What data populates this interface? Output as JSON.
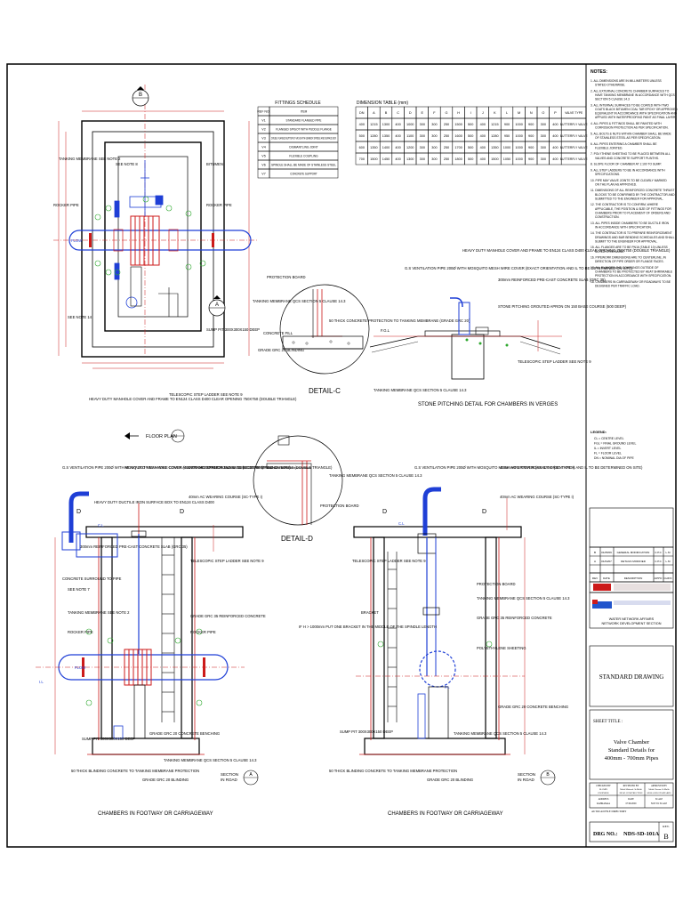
{
  "fittings_schedule": {
    "title": "FITTINGS SCHEDULE",
    "header": [
      "REF NO.",
      "ITEM"
    ],
    "rows": [
      [
        "V1",
        "STANDARD FLANGED PIPE"
      ],
      [
        "V2",
        "FLANGED SPIGOT WITH PUDDLE FLANGE"
      ],
      [
        "V3",
        "DOUBLE FLANGED BUTTERFLY VALVE WITH GEARBOX SPINDLE AND SURFACE BOX"
      ],
      [
        "V4",
        "DISMANTLING JOINT"
      ],
      [
        "V5",
        "FLEXIBLE COUPLING"
      ],
      [
        "V6",
        "SPINDLE SHALL BE MADE OF STAINLESS STEEL"
      ],
      [
        "V7",
        "CONCRETE SUPPORT"
      ]
    ]
  },
  "dimension_table": {
    "title": "DIMENSION TABLE (mm)",
    "header": [
      "DN",
      "A",
      "B",
      "C",
      "D",
      "E",
      "F",
      "G",
      "H",
      "I",
      "J",
      "K",
      "L",
      "M",
      "N",
      "O",
      "P",
      "VALVE TYPE"
    ],
    "rows": [
      [
        "400",
        "1215",
        "1300",
        "400",
        "1000",
        "300",
        "300",
        "250",
        "1500",
        "500",
        "400",
        "1215",
        "900",
        "1000",
        "900",
        "300",
        "400",
        "BUTTERFLY VALVE"
      ],
      [
        "500",
        "1280",
        "1350",
        "400",
        "1100",
        "300",
        "300",
        "250",
        "1600",
        "500",
        "400",
        "1280",
        "950",
        "1000",
        "900",
        "300",
        "400",
        "BUTTERFLY VALVE"
      ],
      [
        "600",
        "1350",
        "1400",
        "400",
        "1200",
        "300",
        "300",
        "250",
        "1700",
        "500",
        "400",
        "1350",
        "1000",
        "1000",
        "900",
        "300",
        "400",
        "BUTTERFLY VALVE"
      ],
      [
        "700",
        "1500",
        "1450",
        "400",
        "1300",
        "300",
        "300",
        "250",
        "1800",
        "500",
        "400",
        "1500",
        "1050",
        "1000",
        "900",
        "300",
        "400",
        "BUTTERFLY VALVE"
      ]
    ]
  },
  "notes": {
    "title": "NOTES:",
    "items": [
      "1. ALL DIMENSIONS ARE IN MILLIMETERS UNLESS STATED OTHERWISE.",
      "2. ALL EXTERNAL CONCRETE CHAMBER SURFACES TO HAVE TANKING MEMBRANE IN ACCORDANCE WITH QCS SECTION 5 CLAUSE 14.3",
      "3. ALL INTERNAL SURFACES TO BE COATED WITH TWO COATS BLACK BITUMEN COAL TAR EPOXY OR APPROVED EQUIVALENT IN ACCORDANCE WITH SPECIFICATION AND APPLIED WITH WATERPROOFING PAINT AS FINAL LAYER.",
      "4. ALL PIPES & FITTINGS SHALL BE PAINTED WITH CORROSION PROTECTION AS PER SPECIFICATION.",
      "5. ALL BOLTS & NUTS WITHIN CHAMBER SHALL BE MADE OF STAINLESS STEEL AS PER SPECIFICATION.",
      "6. ALL PIPES ENTERING A CHAMBER SHALL BE FLEXIBLE JOINTED.",
      "7. POLYTHENE SHEETING TO BE PLACED BETWEEN ALL VALVES AND CONCRETE SUPPORT PLINTHS.",
      "8. SLOPE FLOOR OF CHAMBER AT 1:100 TO SUMP.",
      "9. ALL STEP LADDERS TO BE IN ACCORDANCE WITH SPECIFICATIONS.",
      "10. PIPE MAY VALVE JOINTS TO BE CLEARLY MARKED ON THE PLAN AS APPROVED.",
      "11. DIMENSIONS OF ALL REINFORCED CONCRETE THRUST BLOCKS TO BE CONFIRMED BY THE CONTRACTOR AND SUBMITTED TO THE ENGINEER FOR APPROVAL.",
      "12. THE CONTRACTOR IS TO CONFIRM, WHERE APPLICABLE, THE POSITION & SIZE OF FITTINGS FOR CHAMBERS PRIOR TO PLACEMENT OF ORDERS AND CONSTRUCTION.",
      "13. ALL PIPES INSIDE CHAMBERS TO BE DUCTILE IRON IN ACCORDANCE WITH SPECIFICATION.",
      "14. THE CONTRACTOR IS TO PREPARE REINFORCEMENT DRAWINGS AND BAR BENDING SCHEDULES AND SHALL SUBMIT TO THE ENGINEER FOR APPROVAL.",
      "15. ALL FLANGES ARE TO BE PN16 (TABLE 10) UNLESS NOTED OTHERWISE.",
      "16. PIPEWORK DIMENSIONS ARE TO CENTERLINE, IN DIRECTION OF PIPE ORDER OR FLANGE FACES.",
      "17. ALL FLANGES AND COUPLINGS OUTSIDE OF CHAMBERS TO BE PROTECTED BY HEAT SHRINKABLE PROTECTION IN ACCORDANCE WITH SPECIFICATION.",
      "18. CHAMBERS IN CARRIAGEWAY OR ROADWAYS TO BE DESIGNED PER TRAFFIC LOAD."
    ],
    "legend_title": "LEGEND:",
    "legend": [
      "CL  = CENTRE LEVEL",
      "FGL = FINAL GROUND LEVEL",
      "IL  = INVERT LEVEL",
      "FL  = FLOOR LEVEL",
      "DN  = NOMINAL DIA OF PIPE"
    ]
  },
  "revisions": {
    "rows": [
      [
        "B",
        "01/05/09",
        "GENERAL MODIFICATION",
        "C.P.C",
        "L.M"
      ],
      [
        "A",
        "01/04/07",
        "DETAILS MODIFIED",
        "C.P.C",
        "L.M"
      ]
    ],
    "header": [
      "REV",
      "DATE",
      "DESCRIPTION",
      "APP'D",
      "CHK'D"
    ]
  },
  "title_block": {
    "authority": "WATER NETWORK AFFAIRS",
    "section": "NETWORK DEVELOPMENT SECTION",
    "drawing_type": "STANDARD DRAWING",
    "sheet_title_label": "SHEET TITLE :",
    "sheet_title_lines": [
      "Valve Chamber",
      "Standard Details for",
      "400mm - 700mm Pipes"
    ],
    "drg_no_label": "DRG NO.:",
    "drg_no": "NDS-SD-101A",
    "rev_label": "REV.",
    "rev": "B",
    "sign_labels": [
      "CHECKED BY",
      "REVIEWED BY",
      "APPROVED BY"
    ],
    "sign_names": [
      "M.AMIN",
      "Mohd Mabrook Al-Malki",
      "Mohd. Hassan Al-Mulla"
    ],
    "sign_titles": [
      "ENGINEER",
      "HEAD CONSTRUCTION",
      "MANAGER STANDARDS"
    ],
    "sign_dates": [
      "ADDRESS",
      "DATE",
      "SCALE"
    ],
    "sign_values": [
      "KAHRAMAA",
      "07/06/2009",
      "NOT TO SCALE"
    ],
    "autocad_label": "AUTOCAD FILE DIRECTORY"
  },
  "views": {
    "floor_plan": "FLOOR PLAN",
    "section_aa": "CHAMBERS IN FOOTWAY OR CARRIAGEWAY",
    "section_bb": "CHAMBERS IN FOOTWAY OR CARRIAGEWAY",
    "detail_c": "DETAIL-C",
    "detail_d": "DETAIL-D",
    "stone_pitching": "STONE PITCHING DETAIL FOR CHAMBERS IN VERGES",
    "section_label": "SECTION",
    "in_road": "IN ROAD"
  },
  "labels": {
    "tanking_membrane_note2": "TANKING MEMBRANE SEE NOTE 2",
    "see_note_8": "SEE NOTE 8",
    "see_note_14": "SEE NOTE 14",
    "see_note_7": "SEE NOTE 7",
    "see_note_9": "SEE NOTE 9",
    "bitumen": "BITUMEN",
    "rocker_pipe": "ROCKER PIPE",
    "flow": "FLOW",
    "sump_pit": "SUMP PIT 300X300X150 DEEP",
    "heavy_duty_cover": "HEAVY DUTY MANHOLE COVER AND FRAME TO EN124 CLASS D400 CLEAR OPENING 750X750 (DOUBLE TRIANGLE)",
    "telescopic_ladder": "TELESCOPIC STEP LADDER SEE NOTE 9",
    "gs_vent_pipe": "G.S VENTILATION PIPE 200Ø WITH MOSQUITO MESH WIRE COVER (EXACT ORIENTATION AND IL TO BE DETERMINED ON SITE)",
    "protection_board": "PROTECTION BOARD",
    "tanking_qcs": "TANKING MEMBRANE QCS SECTION 5 CLAUSE 14.3",
    "concrete_fill": "CONCRETE FILL",
    "grade_c20_blinding": "GRADE GRC 20 BLINDING",
    "concrete_protection": "50 THICK CONCRETE PROTECTION TO TANKING MEMBRANE (GRADE GRC 20)",
    "precast_slab": "300mm REINFORCED PRE-CAST CONCRETE SLAB (GRC 35)",
    "stone_pitching_apron": "STONE PITCHING GROUTED APRON ON 150 BASE COURSE (500 DEEP)",
    "fgl": "F.G.L",
    "cl": "C.L",
    "fl": "F.L",
    "il": "I.L",
    "upper_road_base": "40mm AC UPPER ROAD BASE (SC-TYPE I)",
    "wearing_course": "40mm AC WEARING COURSE (SC-TYPE I)",
    "heavy_duty_cover_section": "HEAVY DUTY DUCTILE IRON SURFACE BOX TO EN124 CLASS D400",
    "grade_c35_rc": "GRADE GRC 35 REINFORCED CONCRETE",
    "concrete_surround": "CONCRETE SURROUND TO PIPE",
    "bracket": "BRACKET",
    "bracket_note": "IF H > 1000mm PUT ONE BRACKET IN THE MIDDLE OF THE SPINDLE LENGTH",
    "polyethylene": "POLYETHYLENE SHEETING",
    "grade_c20_benching": "GRADE GRC 20 CONCRETE BENCHING",
    "concrete_blinding_protection": "50 THICK BLINDING CONCRETE TO TANKING MEMBRANE PROTECTION"
  }
}
